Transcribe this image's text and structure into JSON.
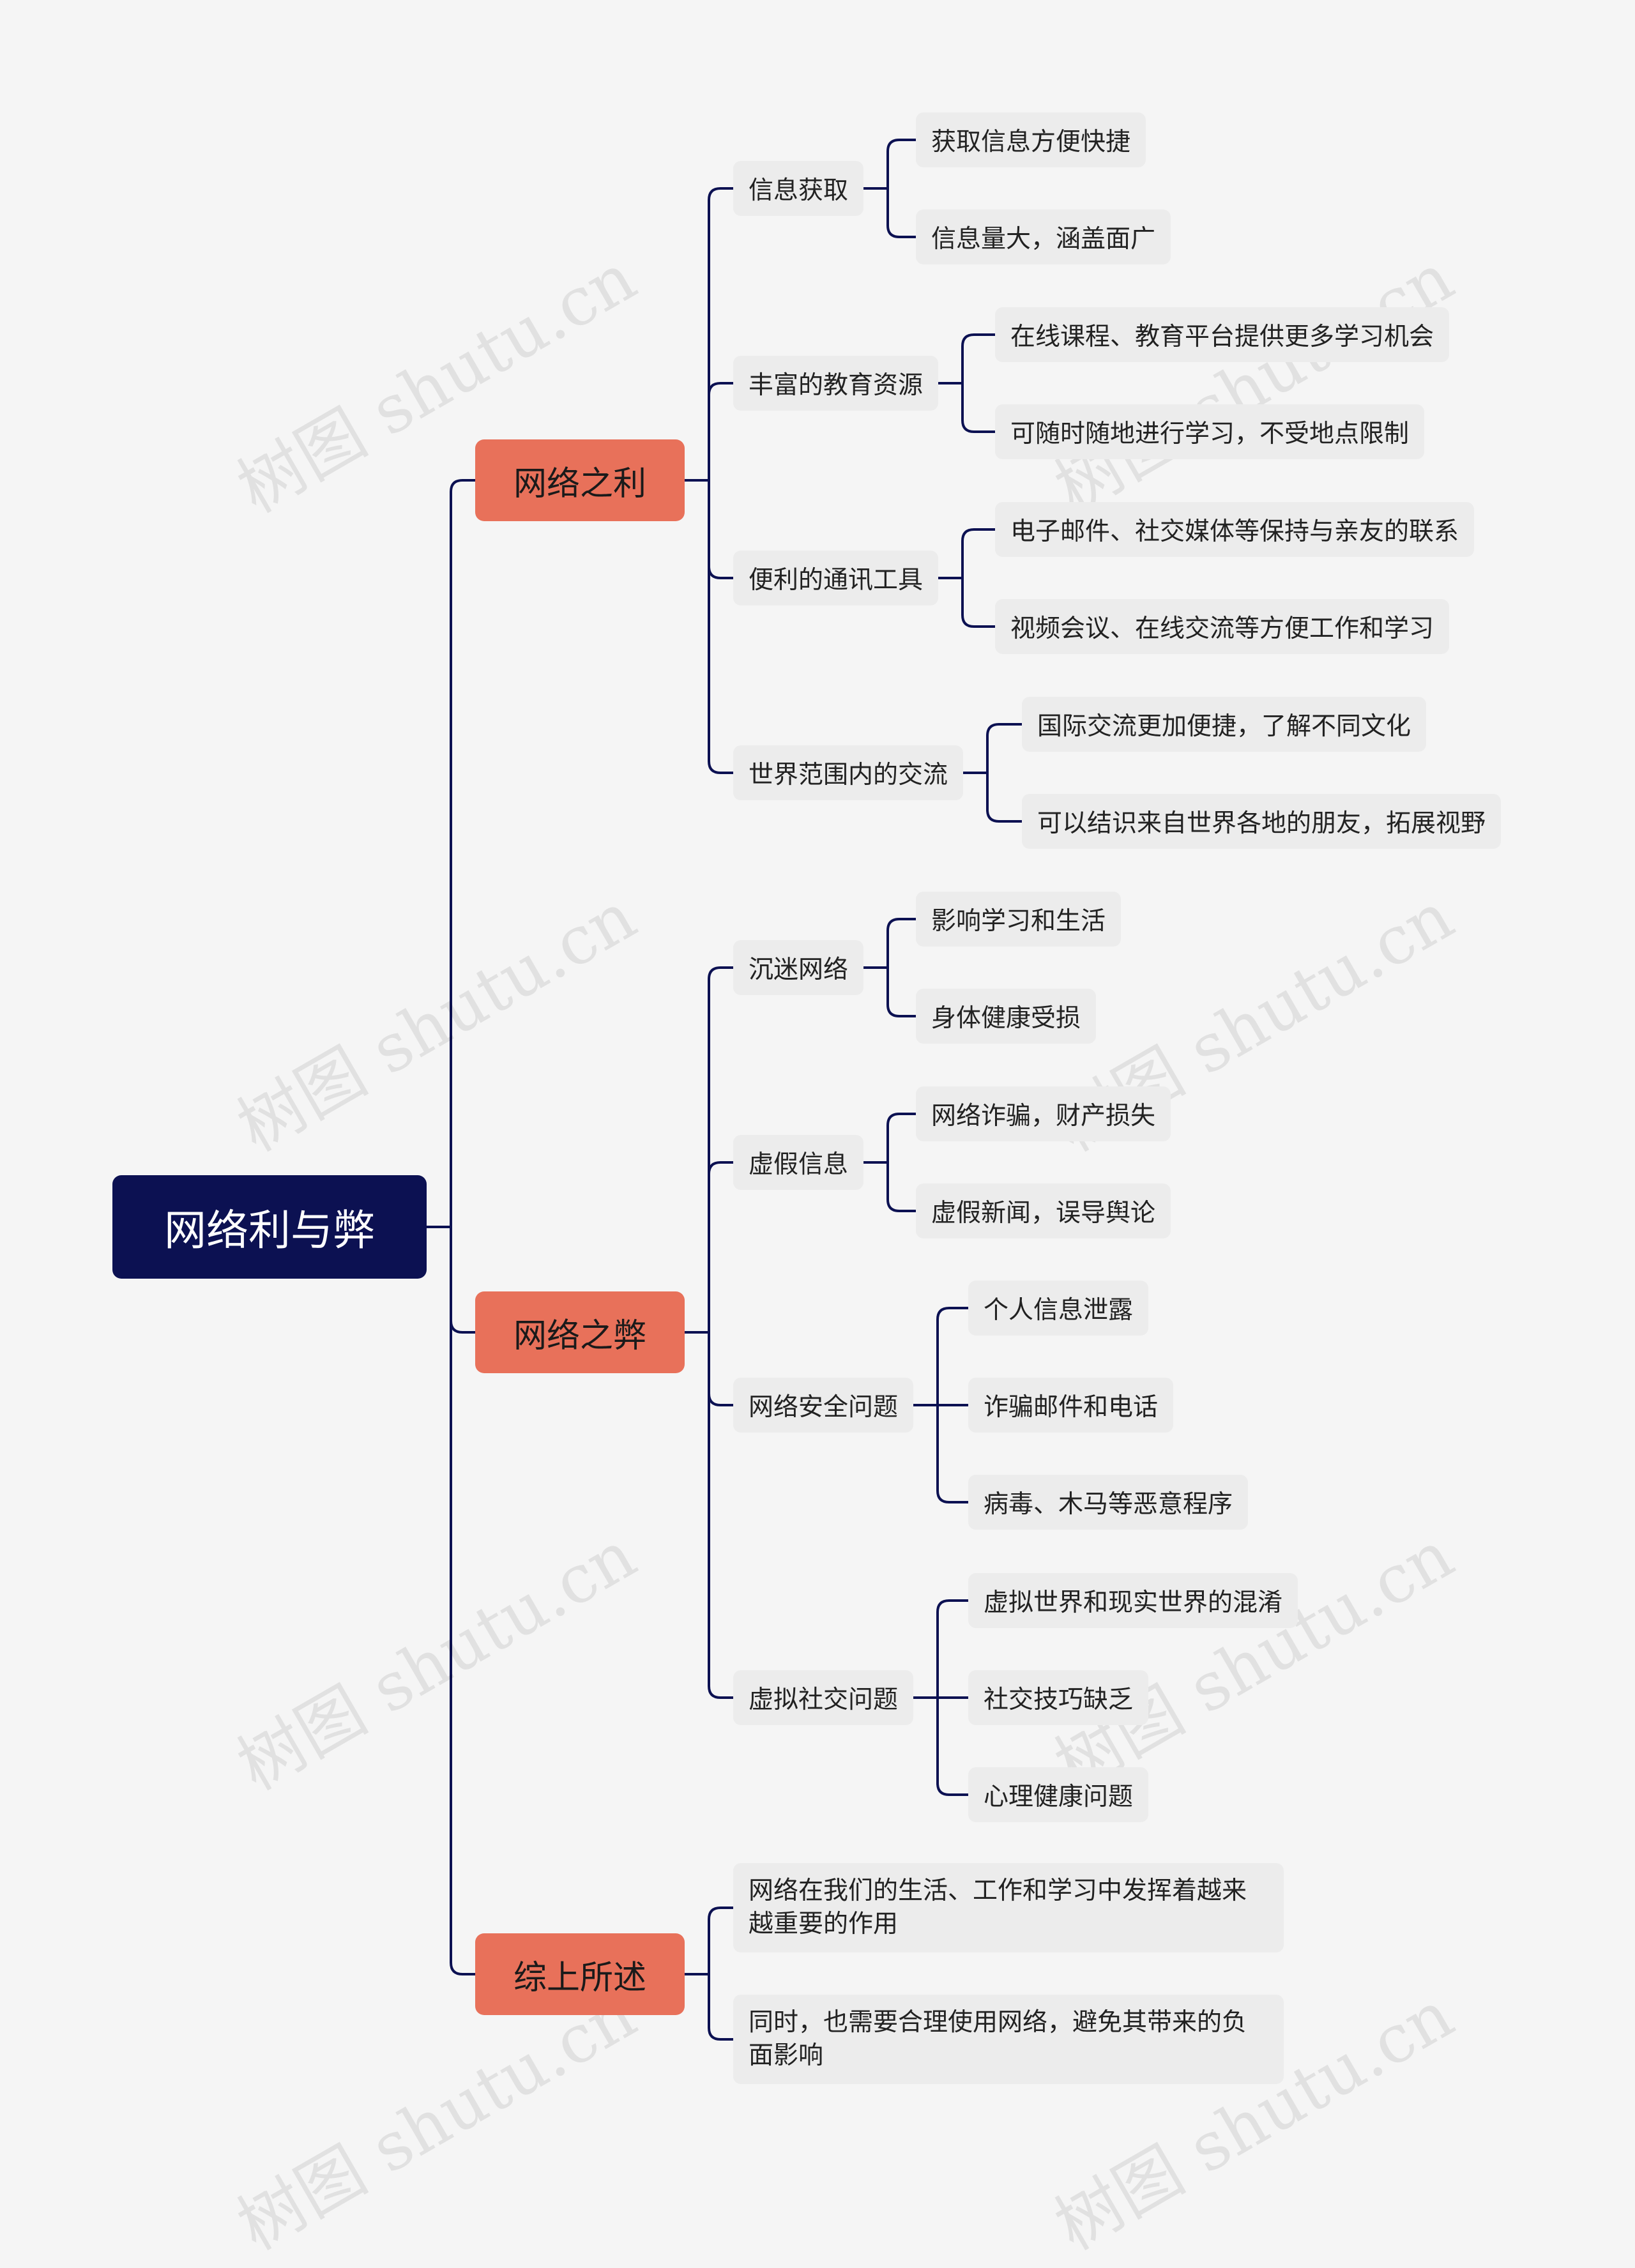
{
  "watermark": "树图 shutu.cn",
  "colors": {
    "background": "#f5f5f5",
    "root": "#0c1152",
    "branch": "#e8715a",
    "node": "#ececec",
    "line": "#0c1152"
  },
  "root": {
    "label": "网络利与弊"
  },
  "branches": [
    {
      "label": "网络之利",
      "subs": [
        {
          "label": "信息获取",
          "leaves": [
            "获取信息方便快捷",
            "信息量大，涵盖面广"
          ]
        },
        {
          "label": "丰富的教育资源",
          "leaves": [
            "在线课程、教育平台提供更多学习机会",
            "可随时随地进行学习，不受地点限制"
          ]
        },
        {
          "label": "便利的通讯工具",
          "leaves": [
            "电子邮件、社交媒体等保持与亲友的联系",
            "视频会议、在线交流等方便工作和学习"
          ]
        },
        {
          "label": "世界范围内的交流",
          "leaves": [
            "国际交流更加便捷，了解不同文化",
            "可以结识来自世界各地的朋友，拓展视野"
          ]
        }
      ]
    },
    {
      "label": "网络之弊",
      "subs": [
        {
          "label": "沉迷网络",
          "leaves": [
            "影响学习和生活",
            "身体健康受损"
          ]
        },
        {
          "label": "虚假信息",
          "leaves": [
            "网络诈骗，财产损失",
            "虚假新闻，误导舆论"
          ]
        },
        {
          "label": "网络安全问题",
          "leaves": [
            "个人信息泄露",
            "诈骗邮件和电话",
            "病毒、木马等恶意程序"
          ]
        },
        {
          "label": "虚拟社交问题",
          "leaves": [
            "虚拟世界和现实世界的混淆",
            "社交技巧缺乏",
            "心理健康问题"
          ]
        }
      ]
    },
    {
      "label": "综上所述",
      "subs": [
        {
          "label": "网络在我们的生活、工作和学习中发挥着越来越重要的作用",
          "leaves": []
        },
        {
          "label": "同时，也需要合理使用网络，避免其带来的负面影响",
          "leaves": []
        }
      ]
    }
  ]
}
